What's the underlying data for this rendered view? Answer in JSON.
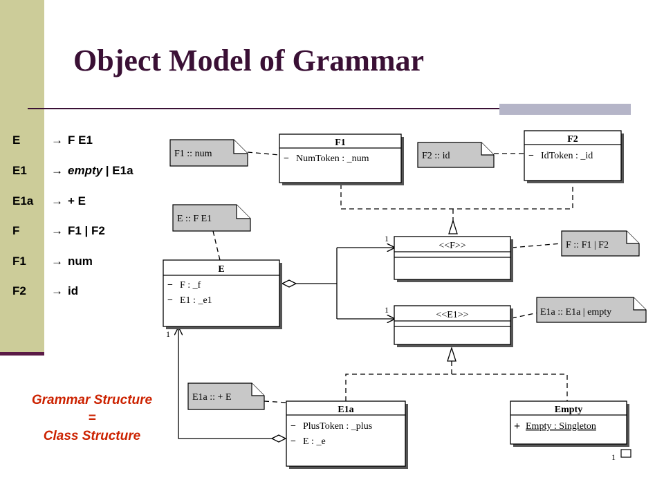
{
  "slide": {
    "title": "Object Model of Grammar",
    "accent_color": "#3a1035",
    "sidebar_color": "#cccc99"
  },
  "grammar": {
    "rules": [
      {
        "lhs": "E",
        "arrow": "→",
        "rhs": "F E1"
      },
      {
        "lhs": "E1",
        "arrow": "→",
        "rhs_italic": "empty",
        "rhs_rest": " | E1a"
      },
      {
        "lhs": "E1a",
        "arrow": "→",
        "rhs": "+ E"
      },
      {
        "lhs": "F",
        "arrow": "→",
        "rhs": "F1 | F2"
      },
      {
        "lhs": "F1",
        "arrow": "→",
        "rhs": "num"
      },
      {
        "lhs": "F2",
        "arrow": "→",
        "rhs": "id"
      }
    ]
  },
  "caption": {
    "line1": "Grammar Structure",
    "line2": "=",
    "line3": "Class Structure",
    "color": "#cc2200"
  },
  "diagram": {
    "classes": {
      "F1": {
        "name": "F1",
        "attr": "NumToken : _num"
      },
      "F2": {
        "name": "F2",
        "attr": "IdToken : _id"
      },
      "F": {
        "name": "<<F>>"
      },
      "E": {
        "name": "E",
        "attr1": "F : _f",
        "attr2": "E1 : _e1"
      },
      "E1": {
        "name": "<<E1>>"
      },
      "E1a": {
        "name": "E1a",
        "attr1": "PlusToken : _plus",
        "attr2": "E : _e"
      },
      "Empty": {
        "name": "Empty",
        "attr": "Empty : Singleton"
      }
    },
    "notes": {
      "f1": "F1 :: num",
      "f2": "F2 :: id",
      "e": "E :: F E1",
      "f": "F :: F1 | F2",
      "e1": "E1a :: E1a | empty",
      "e1a": "E1a :: + E"
    },
    "multiplicities": {
      "to_f": "1",
      "to_e1": "1",
      "to_e": "1",
      "empty": "1"
    }
  }
}
